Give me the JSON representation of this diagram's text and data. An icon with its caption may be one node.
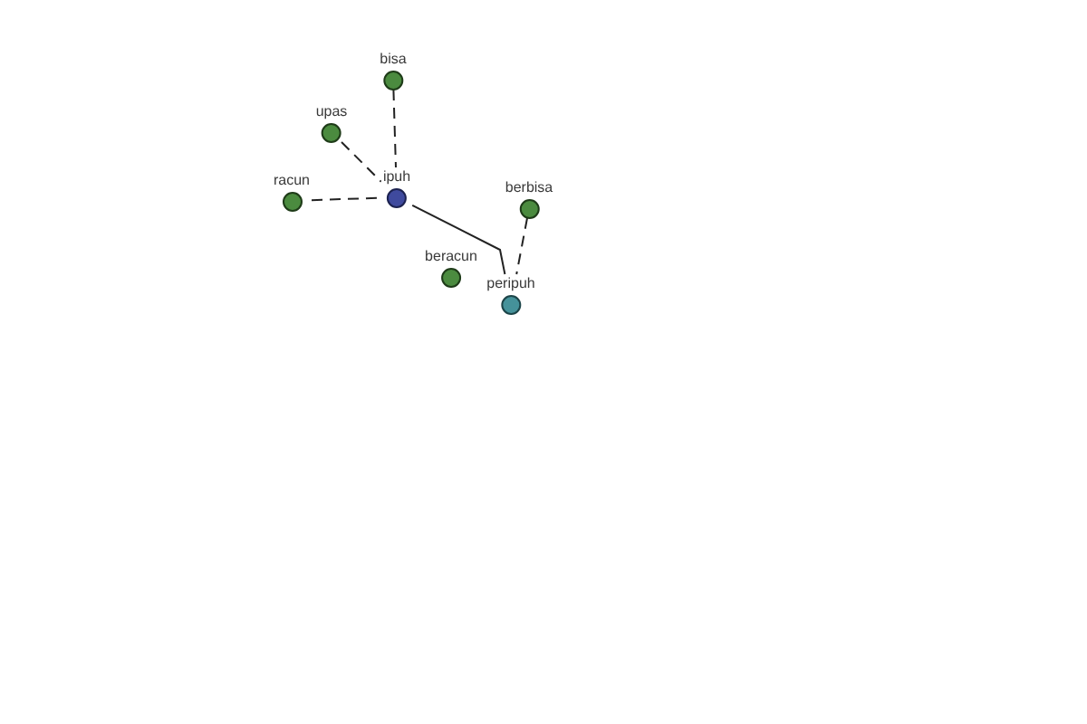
{
  "diagram": {
    "nodes": [
      {
        "text": [
          "bisa"
        ]
      },
      {
        "text": [
          "upas"
        ]
      },
      {
        "text": [
          "racun"
        ]
      },
      {
        "text": [
          "ipuh"
        ]
      },
      {
        "text": [
          "berbisa"
        ]
      },
      {
        "text": [
          "beracun"
        ]
      },
      {
        "text": [
          "peripuh"
        ]
      }
    ],
    "edges": [
      {
        "from": 0,
        "to": 3,
        "arrow": "none",
        "style": "dashed"
      },
      {
        "from": 1,
        "to": 3,
        "arrow": "none",
        "style": "dashed"
      },
      {
        "from": 2,
        "to": 3,
        "arrow": "none",
        "style": "dashed"
      },
      {
        "from": 3,
        "to": 6,
        "arrow": "none"
      },
      {
        "from": 4,
        "to": 6,
        "arrow": "none",
        "style": "dashed"
      }
    ]
  }
}
